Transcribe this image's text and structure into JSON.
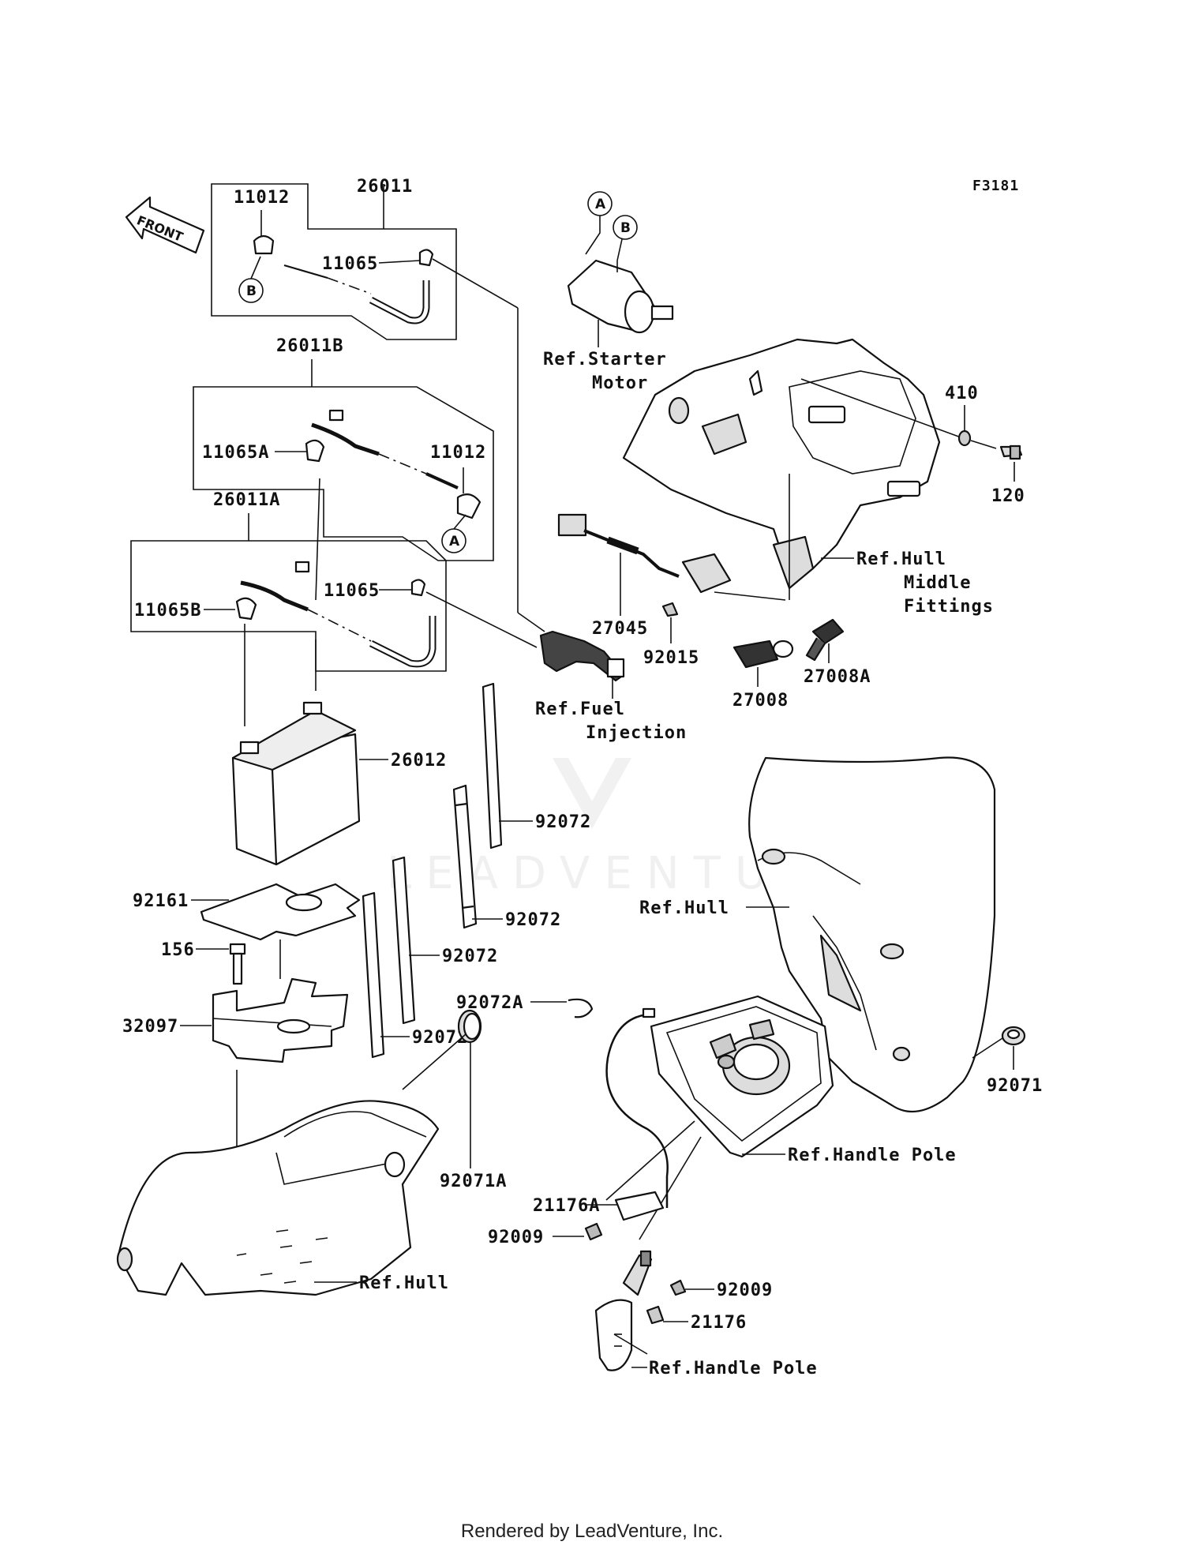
{
  "diagram": {
    "code": "F3181",
    "front_label": "FRONT",
    "circle_a": "A",
    "circle_b": "B",
    "parts": {
      "p26011": "26011",
      "p11012_top": "11012",
      "p11065_top": "11065",
      "p26011B": "26011B",
      "p11065A": "11065A",
      "p11012_mid": "11012",
      "p26011A": "26011A",
      "p11065B": "11065B",
      "p11065_mid": "11065",
      "p26012": "26012",
      "p92072_a": "92072",
      "p92072_b": "92072",
      "p92072_c": "92072",
      "p92072_d": "92072",
      "p92072A": "92072A",
      "p92161": "92161",
      "p156": "156",
      "p32097": "32097",
      "p92071A": "92071A",
      "p410": "410",
      "p120": "120",
      "p27045": "27045",
      "p92015": "92015",
      "p27008": "27008",
      "p27008A": "27008A",
      "p92071": "92071",
      "p21176A": "21176A",
      "p92009_a": "92009",
      "p92009_b": "92009",
      "p21176": "21176"
    },
    "refs": {
      "starter_1": "Ref.Starter",
      "starter_2": "Motor",
      "hull_mid_1": "Ref.Hull",
      "hull_mid_2": "Middle",
      "hull_mid_3": "Fittings",
      "fuel_1": "Ref.Fuel",
      "fuel_2": "Injection",
      "hull_right": "Ref.Hull",
      "handle_pole_1": "Ref.Handle Pole",
      "hull_bottom": "Ref.Hull",
      "handle_pole_2": "Ref.Handle Pole"
    },
    "watermark": "LEADVENTURE"
  },
  "footer": "Rendered by LeadVenture, Inc."
}
